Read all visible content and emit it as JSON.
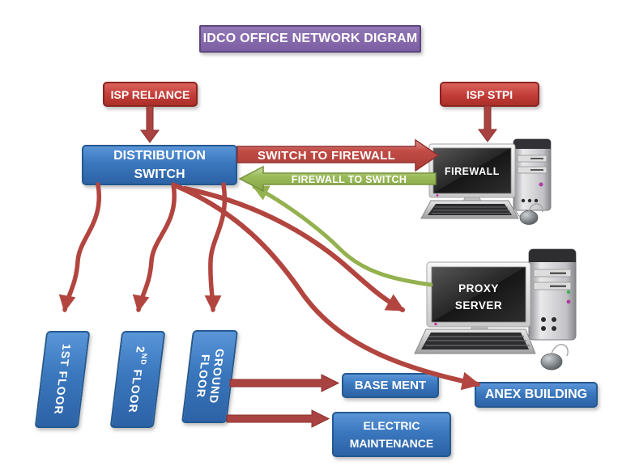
{
  "title": "IDCO OFFICE NETWORK DIGRAM",
  "nodes": {
    "isp_reliance": "ISP RELIANCE",
    "isp_stpi": "ISP STPI",
    "distribution_switch": "DISTRIBUTION SWITCH",
    "firewall": "FIREWALL",
    "proxy_line1": "PROXY",
    "proxy_line2": "SERVER",
    "floor1": "1ST FLOOR",
    "floor2_num": "2",
    "floor2_sup": "ND",
    "floor2_rest": " FLOOR",
    "ground_floor": "GROUND\nFLOOR",
    "basement": "BASE MENT",
    "anex": "ANEX BUILDING",
    "electric": "ELECTRIC MAINTENANCE"
  },
  "edge_labels": {
    "switch_to_firewall": "SWITCH TO FIREWALL",
    "firewall_to_switch": "FIREWALL TO SWITCH"
  },
  "connections": [
    {
      "from": "ISP RELIANCE",
      "to": "DISTRIBUTION SWITCH",
      "style": "red-straight-arrow"
    },
    {
      "from": "ISP STPI",
      "to": "FIREWALL",
      "style": "red-straight-arrow"
    },
    {
      "from": "DISTRIBUTION SWITCH",
      "to": "FIREWALL",
      "style": "red-block-arrow",
      "label": "SWITCH TO FIREWALL"
    },
    {
      "from": "FIREWALL",
      "to": "DISTRIBUTION SWITCH",
      "style": "green-block-arrow",
      "label": "FIREWALL TO SWITCH"
    },
    {
      "from": "DISTRIBUTION SWITCH",
      "to": "1ST FLOOR",
      "style": "red-curve"
    },
    {
      "from": "DISTRIBUTION SWITCH",
      "to": "2ND FLOOR",
      "style": "red-curve"
    },
    {
      "from": "DISTRIBUTION SWITCH",
      "to": "GROUND FLOOR",
      "style": "red-curve"
    },
    {
      "from": "DISTRIBUTION SWITCH",
      "to": "PROXY SERVER",
      "style": "red-curve"
    },
    {
      "from": "DISTRIBUTION SWITCH",
      "to": "ANEX BUILDING",
      "style": "red-curve"
    },
    {
      "from": "PROXY SERVER",
      "to": "DISTRIBUTION SWITCH",
      "style": "green-curve"
    },
    {
      "from": "GROUND FLOOR",
      "to": "BASE MENT",
      "style": "red-straight-arrow"
    },
    {
      "from": "GROUND FLOOR",
      "to": "ELECTRIC MAINTENANCE",
      "style": "red-straight-arrow"
    }
  ],
  "colors": {
    "node_blue": "#3a77bd",
    "node_red": "#c23d37",
    "title_purple": "#7c5fa3",
    "arrow_red": "#b2453f",
    "arrow_green": "#9bbb59"
  }
}
